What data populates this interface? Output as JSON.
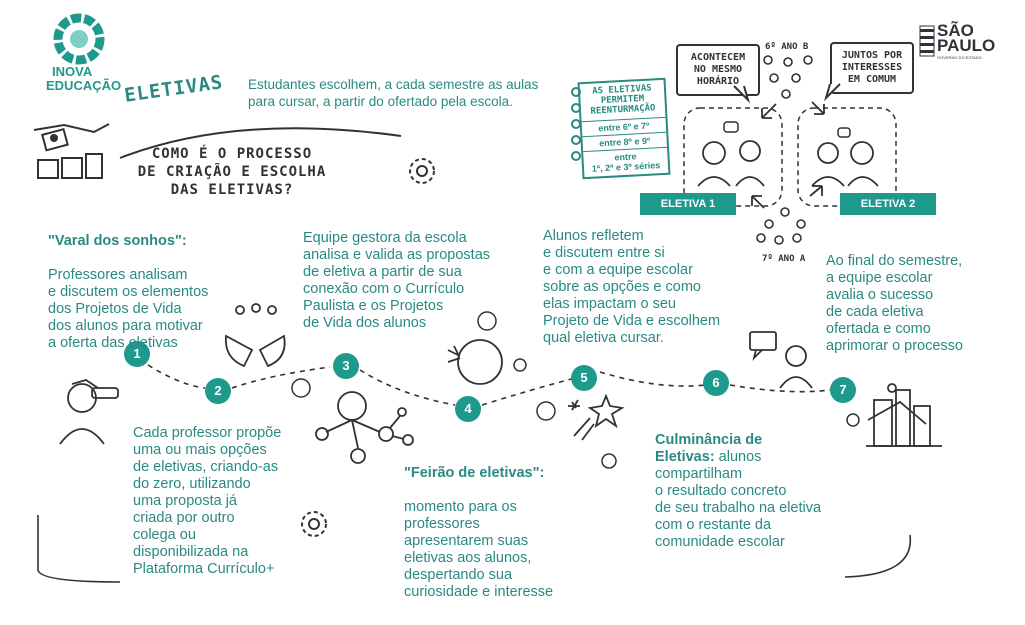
{
  "brand": {
    "inova_line1": "INOVA",
    "inova_line2": "EDUCAÇÃO",
    "sp_line1": "SÃO",
    "sp_line2": "PAULO",
    "sp_sub": "GOVERNO DO ESTADO"
  },
  "header": {
    "title": "ELETIVAS",
    "intro": "Estudantes escolhem, a cada semestre as aulas\npara cursar, a partir do ofertado pela escola.",
    "question": "COMO É O PROCESSO\nDE CRIAÇÃO E ESCOLHA\nDAS ELETIVAS?"
  },
  "note": {
    "head": "AS ELETIVAS\nPERMITEM\nREENTURMAÇÃO",
    "rows": [
      "entre 6º e 7º",
      "entre 8º e 9º",
      "entre\n1ª, 2ª e 3ª séries"
    ]
  },
  "bubbles": {
    "left": "ACONTECEM\nNO MESMO\nHORÁRIO",
    "right": "JUNTOS POR\nINTERESSES\nEM COMUM"
  },
  "grades": {
    "top": "6º ANO B",
    "bottom": "7º ANO A"
  },
  "electives": {
    "e1": "ELETIVA 1",
    "e2": "ELETIVA 2"
  },
  "steps": [
    {
      "num": "1",
      "title": "\"Varal dos sonhos\":",
      "text": "Professores analisam\ne discutem os elementos\ndos Projetos de Vida\ndos alunos para motivar\na oferta das eletivas"
    },
    {
      "num": "2",
      "text": "Cada professor propõe\numa ou mais opções\nde eletivas, criando-as\ndo zero, utilizando\numa proposta já\ncriada por outro\ncolega ou\ndisponibilizada na\nPlataforma Currículo+"
    },
    {
      "num": "3",
      "text": "Equipe gestora da escola\nanalisa e valida as propostas\nde eletiva a partir de sua\nconexão com o Currículo\nPaulista e os Projetos\nde Vida dos alunos"
    },
    {
      "num": "4",
      "title": "\"Feirão de eletivas\":",
      "text": " momento para os\nprofessores\napresentarem suas\neletivas aos alunos,\ndespertando sua\ncuriosidade e interesse"
    },
    {
      "num": "5",
      "text": "Alunos refletem\ne discutem entre si\ne com a equipe escolar\nsobre as opções e como\nelas impactam o seu\nProjeto de Vida e escolhem\nqual eletiva cursar."
    },
    {
      "num": "6",
      "title": "Culminância de\nEletivas:",
      "title_tail": " alunos",
      "text": "compartilham\no resultado concreto\nde seu trabalho na eletiva\ncom o restante da\ncomunidade escolar"
    },
    {
      "num": "7",
      "text": "Ao final do semestre,\na equipe escolar\navalia o sucesso\nde cada eletiva\nofertada e como\naprimorar o processo"
    }
  ],
  "colors": {
    "teal": "#2a8a82",
    "badge": "#1e9a8c",
    "ink": "#2f3338"
  }
}
